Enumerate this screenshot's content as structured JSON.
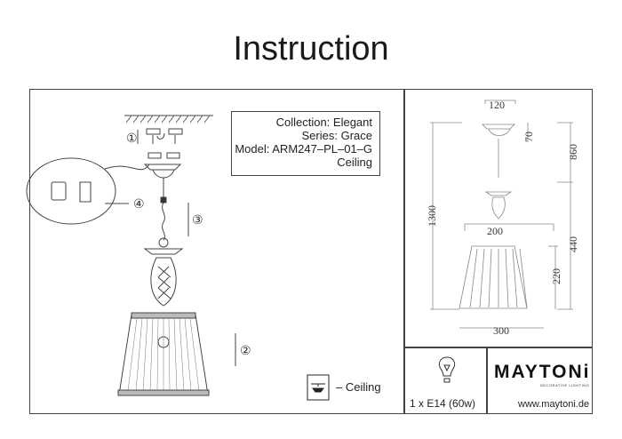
{
  "header": {
    "title": "Instruction"
  },
  "info": {
    "collection": "Collection: Elegant",
    "series": "Series: Grace",
    "model": "Model: ARM247–PL–01–G",
    "mount": "Ceiling"
  },
  "steps": [
    "①",
    "②",
    "③",
    "④"
  ],
  "legend": {
    "icon": "ceiling-mount-icon",
    "label": "– Ceiling"
  },
  "dimensions": {
    "canopy_width": "120",
    "canopy_height": "70",
    "total_height": "1300",
    "upper": "860",
    "lower": "440",
    "shade_top": "200",
    "shade_height": "220",
    "shade_bottom": "300"
  },
  "bulb": {
    "icon": "light-bulb-icon",
    "label": "1 x E14 (60w)"
  },
  "brand": {
    "name": "MAYTONi",
    "tagline": "DECORATIVE LIGHTING",
    "url": "www.maytoni.de"
  }
}
